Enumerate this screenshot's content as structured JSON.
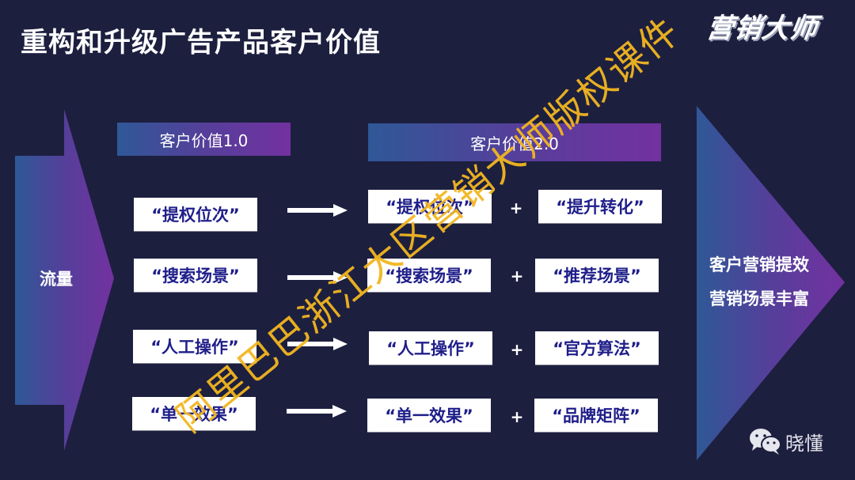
{
  "slide": {
    "title": "重构和升级广告产品客户价值",
    "logo": "营销大师"
  },
  "left_arrow": {
    "label": "流量"
  },
  "columns": {
    "v1": {
      "header": "客户价值1.0"
    },
    "v2": {
      "header": "客户价值2.0"
    }
  },
  "rows": [
    {
      "v1": "“提权位次”",
      "v2_a": "“提权位次”",
      "plus": "+",
      "v2_b": "“提升转化”"
    },
    {
      "v1": "“搜索场景”",
      "v2_a": "“搜索场景”",
      "plus": "+",
      "v2_b": "“推荐场景”"
    },
    {
      "v1": "“人工操作”",
      "v2_a": "“人工操作”",
      "plus": "+",
      "v2_b": "“官方算法”"
    },
    {
      "v1": "“单一效果”",
      "v2_a": "“单一效果”",
      "plus": "+",
      "v2_b": "“品牌矩阵”"
    }
  ],
  "result": {
    "line1": "客户营销提效",
    "line2": "营销场景丰富"
  },
  "footer": {
    "wechat_icon": "wechat-icon",
    "account": "晓懂"
  },
  "watermark": "阿里巴巴浙江大区营销大师版权课件",
  "colors": {
    "background": "#1d1f3f",
    "gradient_start": "#2f5897",
    "gradient_end": "#7331a0",
    "box_text": "#1f1e8a",
    "watermark": "#f2b620"
  }
}
